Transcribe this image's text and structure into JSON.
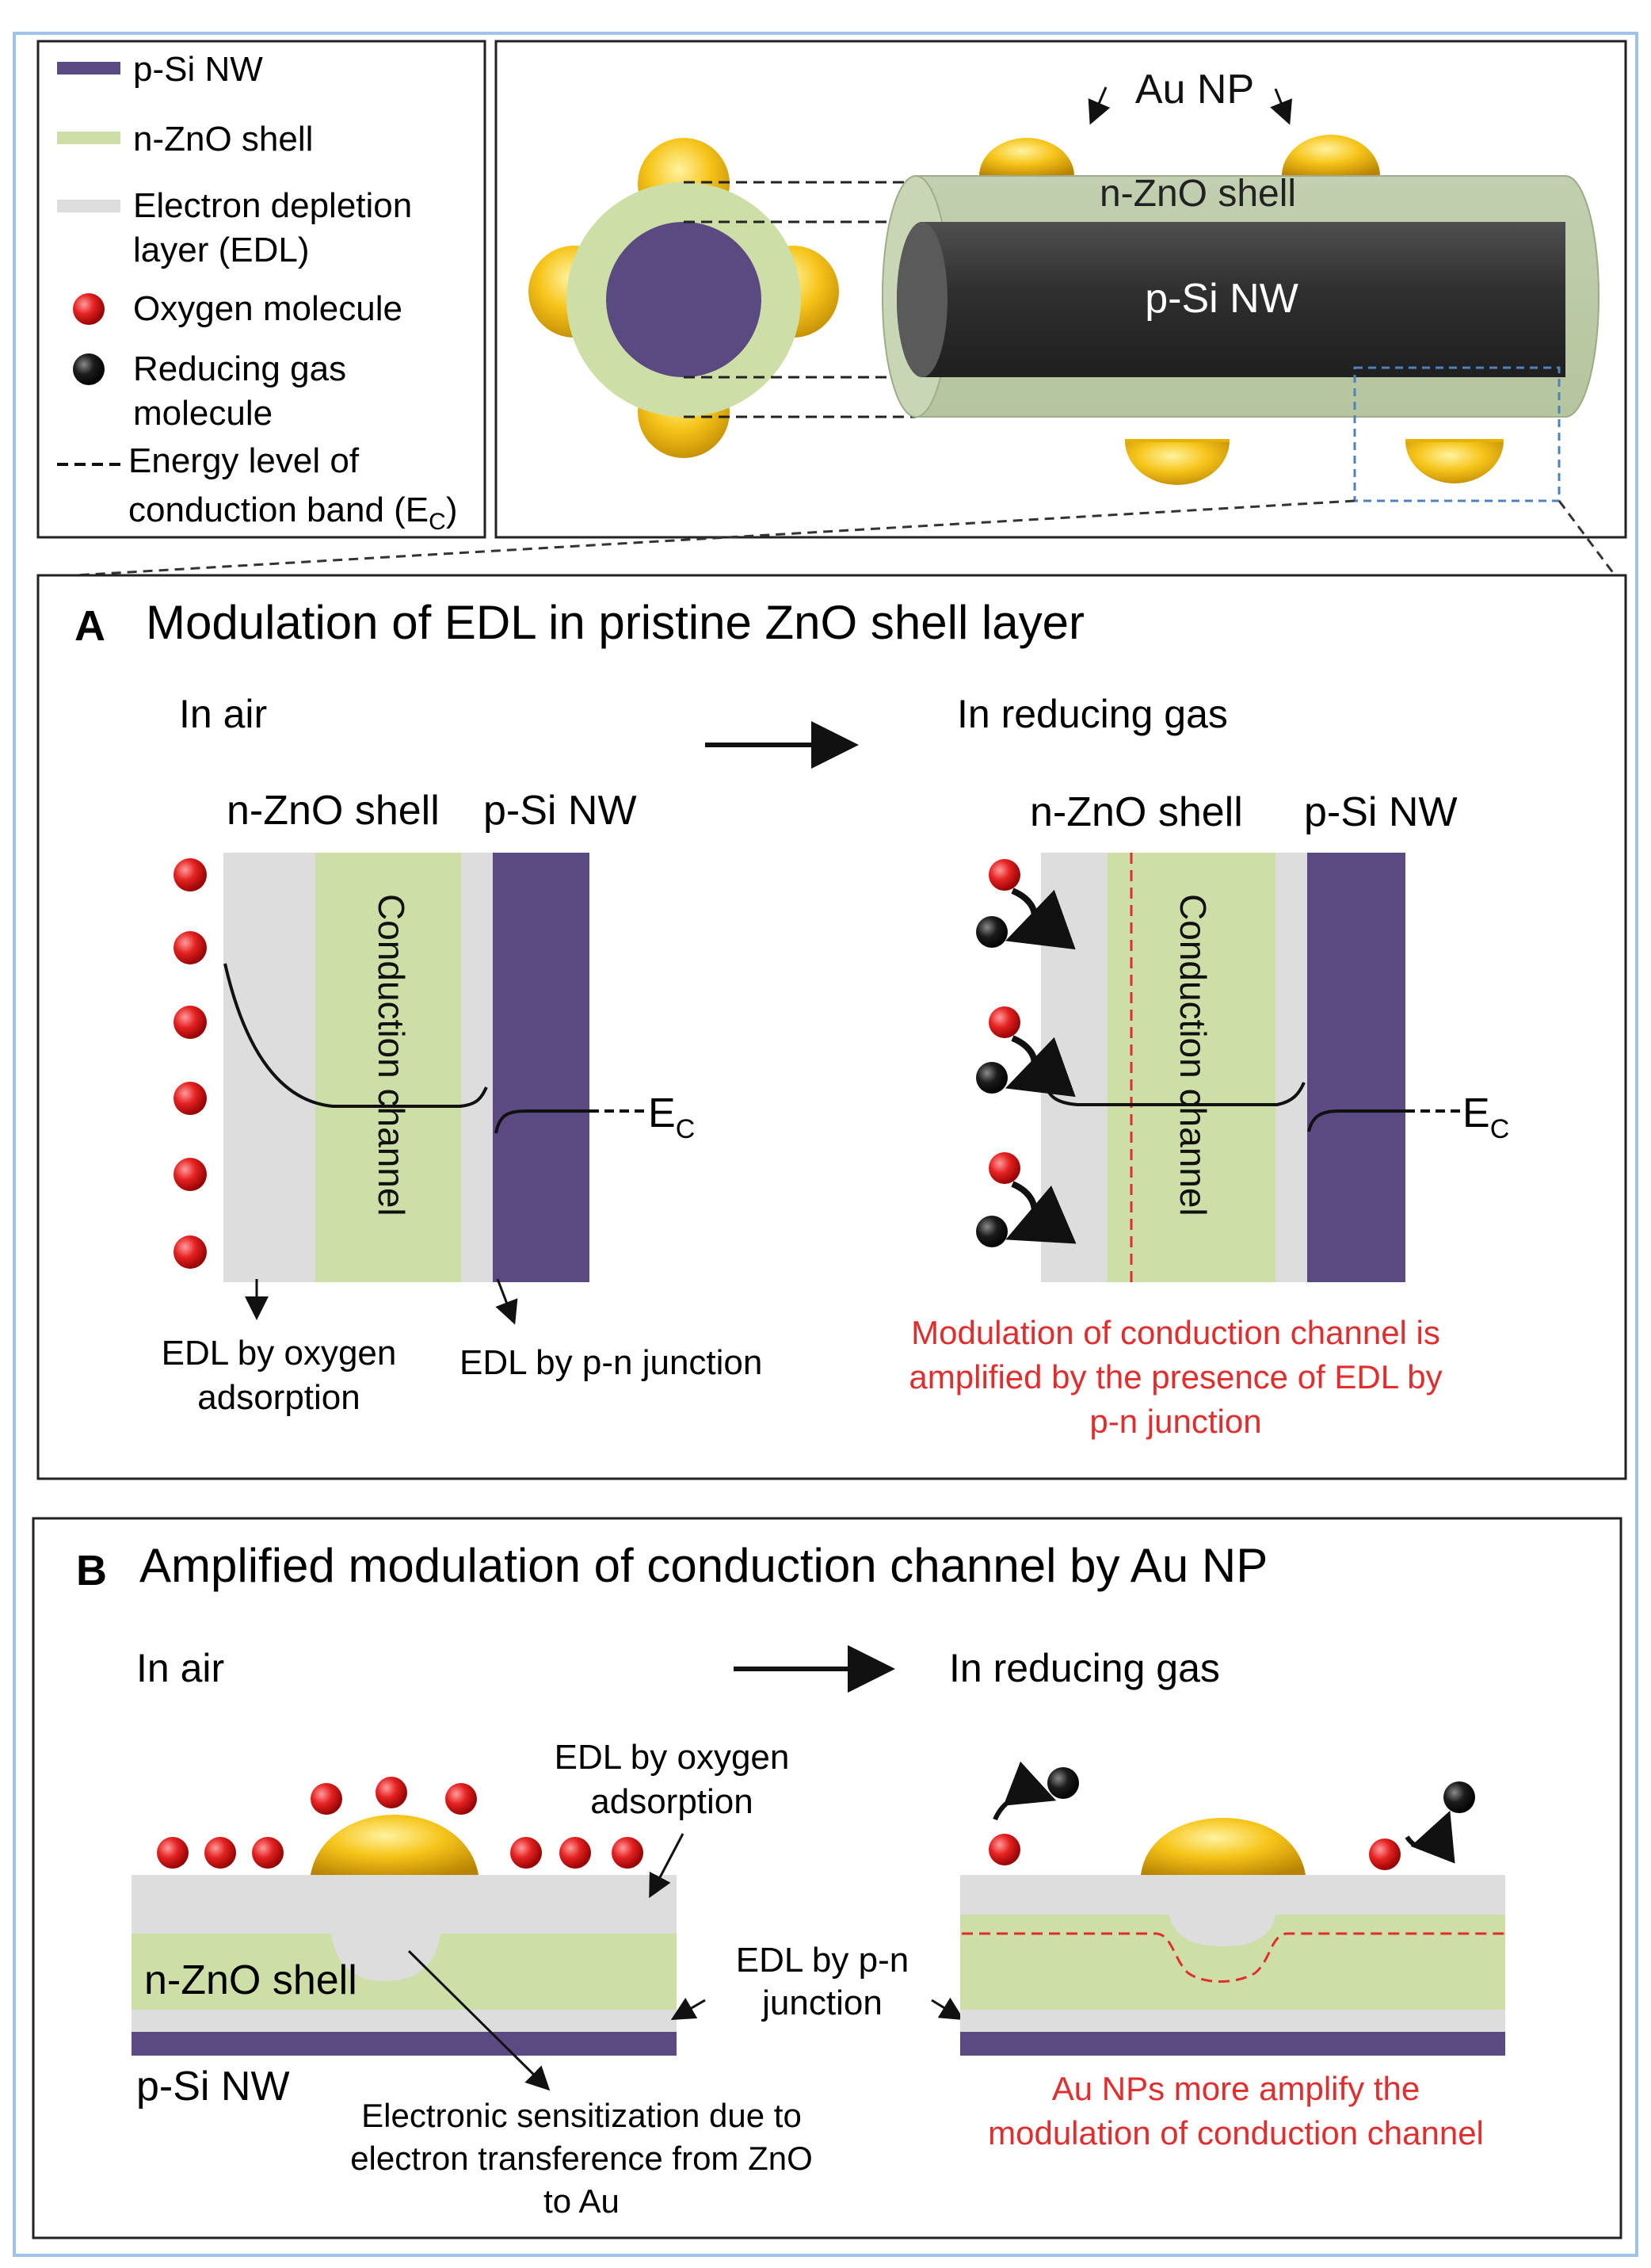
{
  "colors": {
    "psi": "#5b4a82",
    "zno": "#cddfa6",
    "edl": "#dddddd",
    "gold": "#f3bd17",
    "gold_light": "#ffe27a",
    "oxygen": "#e02020",
    "reducing": "#111111",
    "red_text": "#e02d2d",
    "border_blue": "#9ec3e6",
    "panel_border": "#222222"
  },
  "legend": {
    "items": [
      {
        "icon": "psi-swatch-icon",
        "lines": [
          "p-Si NW"
        ]
      },
      {
        "icon": "zno-swatch-icon",
        "lines": [
          "n-ZnO shell"
        ]
      },
      {
        "icon": "edl-swatch-icon",
        "lines": [
          "Electron depletion",
          "layer (EDL)"
        ]
      },
      {
        "icon": "oxygen-molecule-icon",
        "lines": [
          "Oxygen molecule"
        ]
      },
      {
        "icon": "reducing-gas-molecule-icon",
        "lines": [
          "Reducing gas",
          "molecule"
        ]
      },
      {
        "icon": "dashed-line-icon",
        "lines": [
          "Energy level of"
        ]
      }
    ],
    "ec_line_text": "conduction band (E",
    "ec_line_sub": "C",
    "ec_line_close": ")"
  },
  "nanowire": {
    "au_np_label": "Au NP",
    "shell_label": "n-ZnO shell",
    "core_label": "p-Si NW"
  },
  "panel_a": {
    "letter": "A",
    "title": "Modulation of EDL in pristine ZnO shell layer",
    "in_air": "In air",
    "in_reducing": "In reducing gas",
    "shell_label": "n-ZnO shell",
    "core_label": "p-Si NW",
    "channel_label": "Conduction channel",
    "ec_label": "E",
    "ec_sub": "C",
    "edl_oxygen": [
      "EDL by oxygen",
      "adsorption"
    ],
    "edl_pn": "EDL by p-n junction",
    "red_note": [
      "Modulation of conduction channel is",
      "amplified by the presence of EDL by",
      "p-n junction"
    ]
  },
  "panel_b": {
    "letter": "B",
    "title": "Amplified modulation of conduction channel by Au NP",
    "in_air": "In air",
    "in_reducing": "In reducing gas",
    "edl_oxygen": [
      "EDL by oxygen",
      "adsorption"
    ],
    "shell_label": "n-ZnO shell",
    "core_label": "p-Si NW",
    "edl_pn": [
      "EDL by p-n",
      "junction"
    ],
    "sensitization": [
      "Electronic sensitization due to",
      "electron transference from ZnO",
      "to Au"
    ],
    "red_note": [
      "Au NPs more amplify the",
      "modulation  of conduction channel"
    ]
  }
}
